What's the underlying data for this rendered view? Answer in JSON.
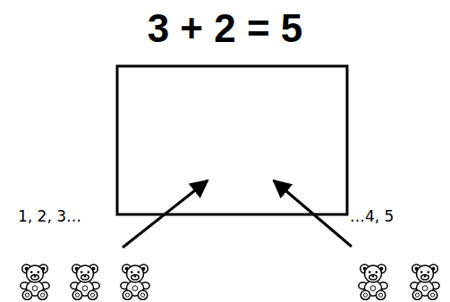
{
  "diagram": {
    "title": "3 + 2 = 5",
    "labels": [
      "1, 2, 3…",
      "…4, 5"
    ]
  }
}
